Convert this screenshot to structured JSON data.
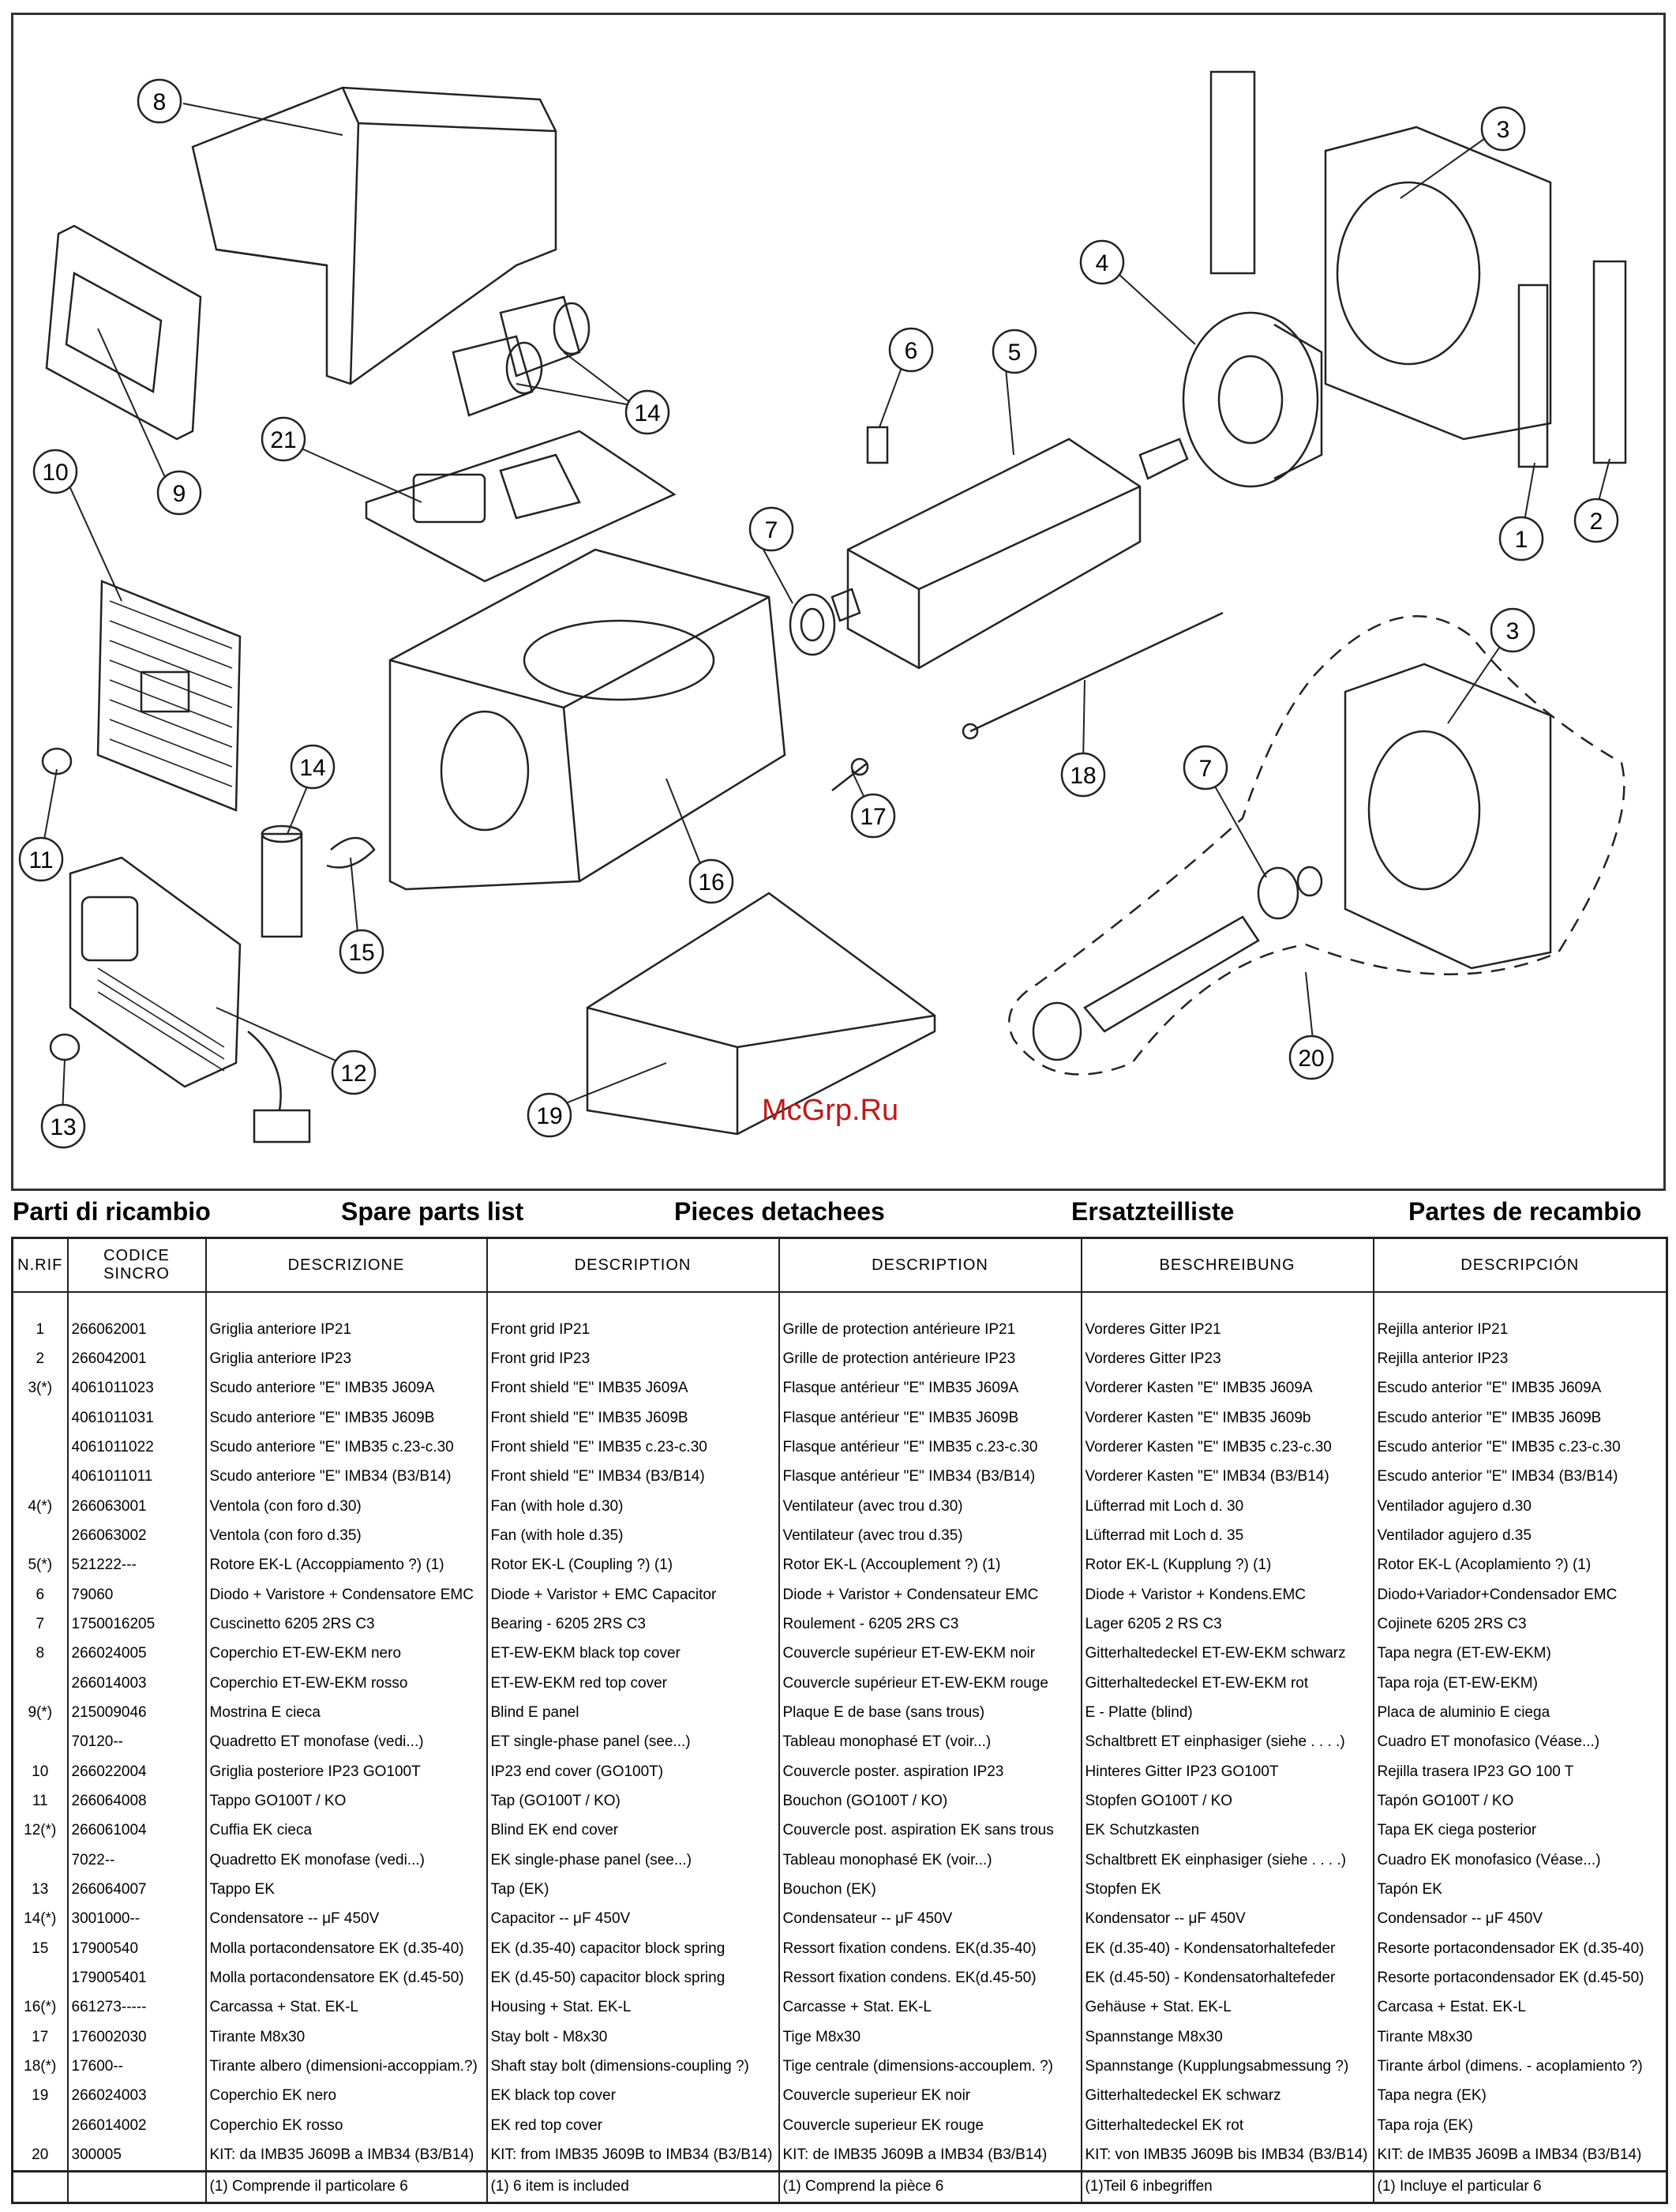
{
  "watermark": "McGrp.Ru",
  "callouts": [
    {
      "label": "8"
    },
    {
      "label": "9"
    },
    {
      "label": "21"
    },
    {
      "label": "14"
    },
    {
      "label": "10"
    },
    {
      "label": "11"
    },
    {
      "label": "14"
    },
    {
      "label": "15"
    },
    {
      "label": "12"
    },
    {
      "label": "13"
    },
    {
      "label": "16"
    },
    {
      "label": "19"
    },
    {
      "label": "7"
    },
    {
      "label": "6"
    },
    {
      "label": "5"
    },
    {
      "label": "4"
    },
    {
      "label": "3"
    },
    {
      "label": "1"
    },
    {
      "label": "2"
    },
    {
      "label": "17"
    },
    {
      "label": "18"
    },
    {
      "label": "3"
    },
    {
      "label": "7"
    },
    {
      "label": "20"
    }
  ],
  "languages": [
    "Parti di ricambio",
    "Spare parts list",
    "Pieces detachees",
    "Ersatzteilliste",
    "Partes de recambio"
  ],
  "table": {
    "headers": [
      "N.RIF",
      "CODICE SINCRO",
      "DESCRIZIONE",
      "DESCRIPTION",
      "DESCRIPTION",
      "BESCHREIBUNG",
      "DESCRIPCIÓN"
    ],
    "rows": [
      [
        "1",
        "266062001",
        "Griglia anteriore IP21",
        "Front grid IP21",
        "Grille de protection antérieure IP21",
        "Vorderes Gitter IP21",
        "Rejilla anterior IP21"
      ],
      [
        "2",
        "266042001",
        "Griglia anteriore IP23",
        "Front grid IP23",
        "Grille de protection antérieure IP23",
        "Vorderes Gitter IP23",
        "Rejilla anterior IP23"
      ],
      [
        "3(*)",
        "4061011023",
        "Scudo anteriore \"E\" IMB35 J609A",
        "Front shield \"E\" IMB35 J609A",
        "Flasque antérieur \"E\" IMB35 J609A",
        "Vorderer Kasten \"E\" IMB35 J609A",
        "Escudo anterior \"E\" IMB35 J609A"
      ],
      [
        "",
        "4061011031",
        "Scudo anteriore \"E\" IMB35 J609B",
        "Front shield \"E\" IMB35 J609B",
        "Flasque antérieur \"E\" IMB35 J609B",
        "Vorderer Kasten \"E\" IMB35 J609b",
        "Escudo anterior \"E\" IMB35 J609B"
      ],
      [
        "",
        "4061011022",
        "Scudo anteriore \"E\" IMB35 c.23-c.30",
        "Front shield \"E\" IMB35 c.23-c.30",
        "Flasque antérieur \"E\" IMB35 c.23-c.30",
        "Vorderer Kasten \"E\" IMB35 c.23-c.30",
        "Escudo anterior \"E\" IMB35 c.23-c.30"
      ],
      [
        "",
        "4061011011",
        "Scudo anteriore \"E\" IMB34 (B3/B14)",
        "Front shield \"E\" IMB34 (B3/B14)",
        "Flasque antérieur \"E\" IMB34 (B3/B14)",
        "Vorderer Kasten \"E\" IMB34 (B3/B14)",
        "Escudo anterior \"E\" IMB34 (B3/B14)"
      ],
      [
        "4(*)",
        "266063001",
        "Ventola (con foro d.30)",
        "Fan (with hole d.30)",
        "Ventilateur (avec trou d.30)",
        "Lüfterrad mit Loch d. 30",
        "Ventilador agujero d.30"
      ],
      [
        "",
        "266063002",
        "Ventola (con foro d.35)",
        "Fan (with hole d.35)",
        "Ventilateur (avec trou d.35)",
        "Lüfterrad mit Loch d. 35",
        "Ventilador agujero d.35"
      ],
      [
        "5(*)",
        "521222---",
        "Rotore EK-L (Accoppiamento ?) (1)",
        "Rotor EK-L (Coupling ?) (1)",
        "Rotor EK-L (Accouplement ?) (1)",
        "Rotor EK-L (Kupplung ?) (1)",
        "Rotor EK-L (Acoplamiento ?) (1)"
      ],
      [
        "6",
        "79060",
        "Diodo + Varistore + Condensatore EMC",
        "Diode + Varistor + EMC Capacitor",
        "Diode + Varistor + Condensateur EMC",
        "Diode + Varistor + Kondens.EMC",
        "Diodo+Variador+Condensador EMC"
      ],
      [
        "7",
        "1750016205",
        "Cuscinetto 6205 2RS C3",
        "Bearing - 6205 2RS C3",
        "Roulement - 6205 2RS C3",
        "Lager 6205 2 RS C3",
        "Cojinete 6205 2RS C3"
      ],
      [
        "8",
        "266024005",
        "Coperchio ET-EW-EKM nero",
        "ET-EW-EKM black top cover",
        "Couvercle supérieur ET-EW-EKM noir",
        "Gitterhaltedeckel ET-EW-EKM schwarz",
        "Tapa negra (ET-EW-EKM)"
      ],
      [
        "",
        "266014003",
        "Coperchio ET-EW-EKM rosso",
        "ET-EW-EKM red top cover",
        "Couvercle supérieur ET-EW-EKM rouge",
        "Gitterhaltedeckel ET-EW-EKM rot",
        "Tapa roja (ET-EW-EKM)"
      ],
      [
        "9(*)",
        "215009046",
        "Mostrina E cieca",
        "Blind E panel",
        "Plaque E de base (sans trous)",
        "E - Platte (blind)",
        "Placa de aluminio E ciega"
      ],
      [
        "",
        "70120--",
        "Quadretto ET monofase (vedi...)",
        "ET single-phase panel (see...)",
        "Tableau monophasé ET (voir...)",
        "Schaltbrett ET einphasiger (siehe . . . .)",
        "Cuadro ET monofasico (Véase...)"
      ],
      [
        "10",
        "266022004",
        "Griglia posteriore IP23 GO100T",
        "IP23 end cover (GO100T)",
        "Couvercle poster. aspiration IP23",
        "Hinteres Gitter IP23 GO100T",
        "Rejilla trasera IP23 GO 100 T"
      ],
      [
        "11",
        "266064008",
        "Tappo GO100T / KO",
        "Tap (GO100T / KO)",
        "Bouchon (GO100T / KO)",
        "Stopfen GO100T / KO",
        "Tapón GO100T / KO"
      ],
      [
        "12(*)",
        "266061004",
        "Cuffia EK cieca",
        "Blind EK end cover",
        "Couvercle post. aspiration EK sans trous",
        "EK Schutzkasten",
        "Tapa EK ciega posterior"
      ],
      [
        "",
        "7022--",
        "Quadretto EK monofase (vedi...)",
        "EK single-phase panel (see...)",
        "Tableau monophasé EK (voir...)",
        "Schaltbrett EK einphasiger (siehe . . . .)",
        "Cuadro EK monofasico (Véase...)"
      ],
      [
        "13",
        "266064007",
        "Tappo EK",
        "Tap (EK)",
        "Bouchon (EK)",
        "Stopfen EK",
        "Tapón EK"
      ],
      [
        "14(*)",
        "3001000--",
        "Condensatore -- μF 450V",
        "Capacitor -- μF 450V",
        "Condensateur -- μF 450V",
        "Kondensator -- μF 450V",
        "Condensador -- μF 450V"
      ],
      [
        "15",
        "17900540",
        "Molla portacondensatore EK (d.35-40)",
        "EK (d.35-40) capacitor block spring",
        "Ressort fixation condens. EK(d.35-40)",
        "EK (d.35-40) - Kondensatorhaltefeder",
        "Resorte portacondensador EK (d.35-40)"
      ],
      [
        "",
        "179005401",
        "Molla portacondensatore EK (d.45-50)",
        "EK (d.45-50) capacitor block spring",
        "Ressort fixation condens. EK(d.45-50)",
        "EK (d.45-50) - Kondensatorhaltefeder",
        "Resorte portacondensador EK (d.45-50)"
      ],
      [
        "16(*)",
        "661273-----",
        "Carcassa + Stat. EK-L",
        "Housing + Stat. EK-L",
        "Carcasse + Stat. EK-L",
        "Gehäuse + Stat. EK-L",
        "Carcasa + Estat. EK-L"
      ],
      [
        "17",
        "176002030",
        "Tirante M8x30",
        "Stay bolt - M8x30",
        "Tige M8x30",
        "Spannstange M8x30",
        "Tirante M8x30"
      ],
      [
        "18(*)",
        "17600--",
        "Tirante albero (dimensioni-accoppiam.?)",
        "Shaft stay bolt (dimensions-coupling ?)",
        "Tige centrale (dimensions-accouplem. ?)",
        "Spannstange (Kupplungsabmessung ?)",
        "Tirante árbol (dimens. - acoplamiento ?)"
      ],
      [
        "19",
        "266024003",
        "Coperchio EK nero",
        "EK black top cover",
        "Couvercle superieur EK noir",
        "Gitterhaltedeckel EK schwarz",
        "Tapa negra (EK)"
      ],
      [
        "",
        "266014002",
        "Coperchio EK rosso",
        "EK red top cover",
        "Couvercle superieur EK rouge",
        "Gitterhaltedeckel EK rot",
        "Tapa roja (EK)"
      ],
      [
        "20",
        "300005",
        "KIT: da IMB35 J609B a IMB34 (B3/B14)",
        "KIT: from IMB35 J609B to IMB34 (B3/B14)",
        "KIT: de IMB35 J609B a IMB34 (B3/B14)",
        "KIT: von IMB35 J609B bis IMB34 (B3/B14)",
        "KIT: de IMB35 J609B a IMB34 (B3/B14)"
      ]
    ],
    "footnotes": [
      "",
      "",
      "(1) Comprende il particolare 6",
      "(1) 6 item is included",
      "(1) Comprend la pièce 6",
      "(1)Teil 6 inbegriffen",
      "(1) Incluye el particular 6"
    ]
  }
}
